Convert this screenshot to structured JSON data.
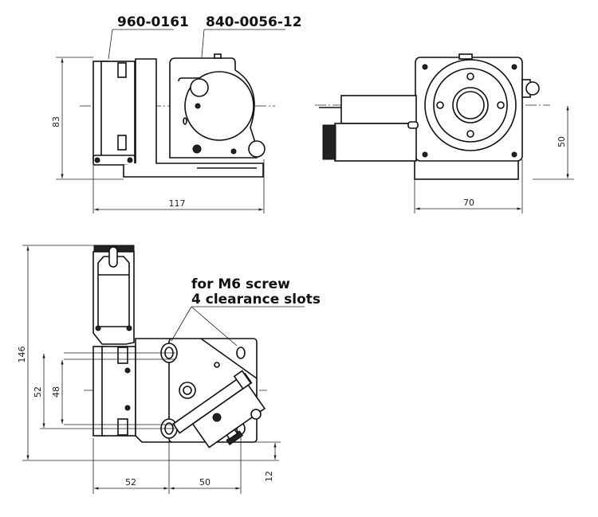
{
  "views": {
    "side": {
      "labels": {
        "clamp_part": "960-0161",
        "mount_part": "840-0056-12"
      },
      "dims": {
        "height": "83",
        "length": "117"
      }
    },
    "front": {
      "dims": {
        "width": "70",
        "center_height": "50"
      }
    },
    "top": {
      "note": {
        "line1": "for M6 screw",
        "line2": "4 clearance slots"
      },
      "dims": {
        "total_height": "146",
        "slot_spacing_outer": "52",
        "slot_spacing_inner": "48",
        "offset_x1": "52",
        "offset_x2": "50",
        "offset_y": "12"
      }
    }
  }
}
